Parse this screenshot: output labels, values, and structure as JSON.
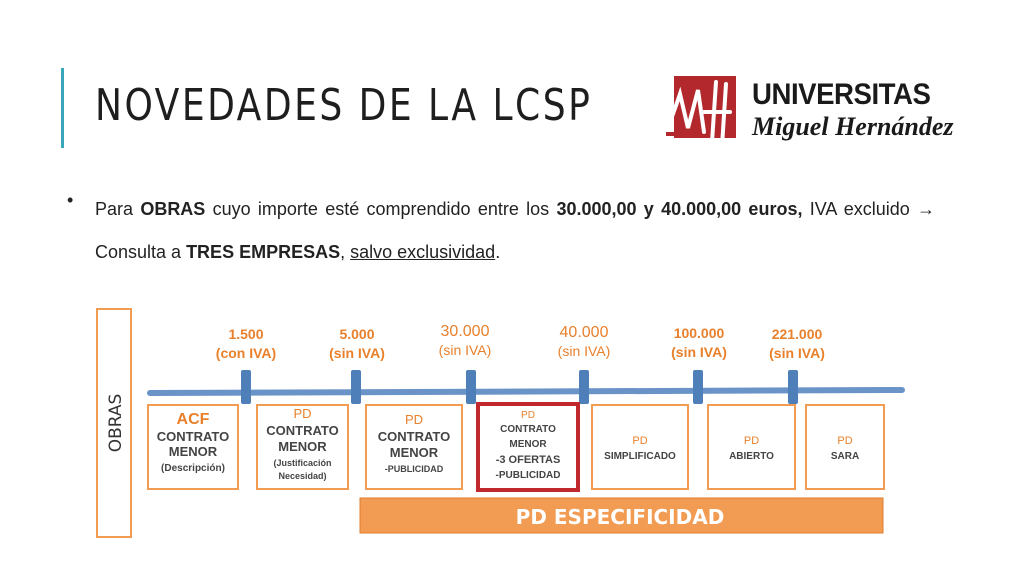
{
  "title": "NOVEDADES DE LA LCSP",
  "logo": {
    "line1": "UNIVERSITAS",
    "line2": "Miguel Hernández",
    "mark_color": "#b3282d"
  },
  "bullet": {
    "t1": "Para ",
    "b1": "OBRAS",
    "t2": " cuyo importe esté comprendido entre los ",
    "b2": "30.000,00 y 40.000,00 euros,",
    "t3": " IVA excluido ",
    "arrow": "→",
    "t4": " Consulta a ",
    "b3": "TRES EMPRESAS",
    "t5": ", ",
    "u1": "salvo exclusividad",
    "t6": "."
  },
  "colors": {
    "accent": "#3aa6b9",
    "orange": "#f29b52",
    "red": "#c0282e",
    "timeline": "#4f7fb8"
  },
  "diagram": {
    "side_label": "OBRAS",
    "thresholds": [
      {
        "amount": "1.500",
        "note": "(con IVA)"
      },
      {
        "amount": "5.000",
        "note": "(sin IVA)"
      },
      {
        "amount": "30.000",
        "note": "(sin IVA)"
      },
      {
        "amount": "40.000",
        "note": "(sin IVA)"
      },
      {
        "amount": "100.000",
        "note": "(sin IVA)"
      },
      {
        "amount": "221.000",
        "note": "(sin IVA)"
      }
    ],
    "boxes": [
      {
        "lines": [
          "ACF",
          "CONTRATO",
          "MENOR",
          "(Descripción)"
        ]
      },
      {
        "lines": [
          "PD",
          "CONTRATO",
          "MENOR",
          "(Justificación",
          "Necesidad)"
        ]
      },
      {
        "lines": [
          "PD",
          "CONTRATO",
          "MENOR",
          "-PUBLICIDAD"
        ]
      },
      {
        "lines": [
          "PD",
          "CONTRATO",
          "MENOR",
          "-3 OFERTAS",
          "-PUBLICIDAD"
        ]
      },
      {
        "lines": [
          "PD",
          "SIMPLIFICADO"
        ]
      },
      {
        "lines": [
          "PD",
          "ABIERTO"
        ]
      },
      {
        "lines": [
          "PD",
          "SARA"
        ]
      }
    ],
    "banner": "PD ESPECIFICIDAD"
  }
}
